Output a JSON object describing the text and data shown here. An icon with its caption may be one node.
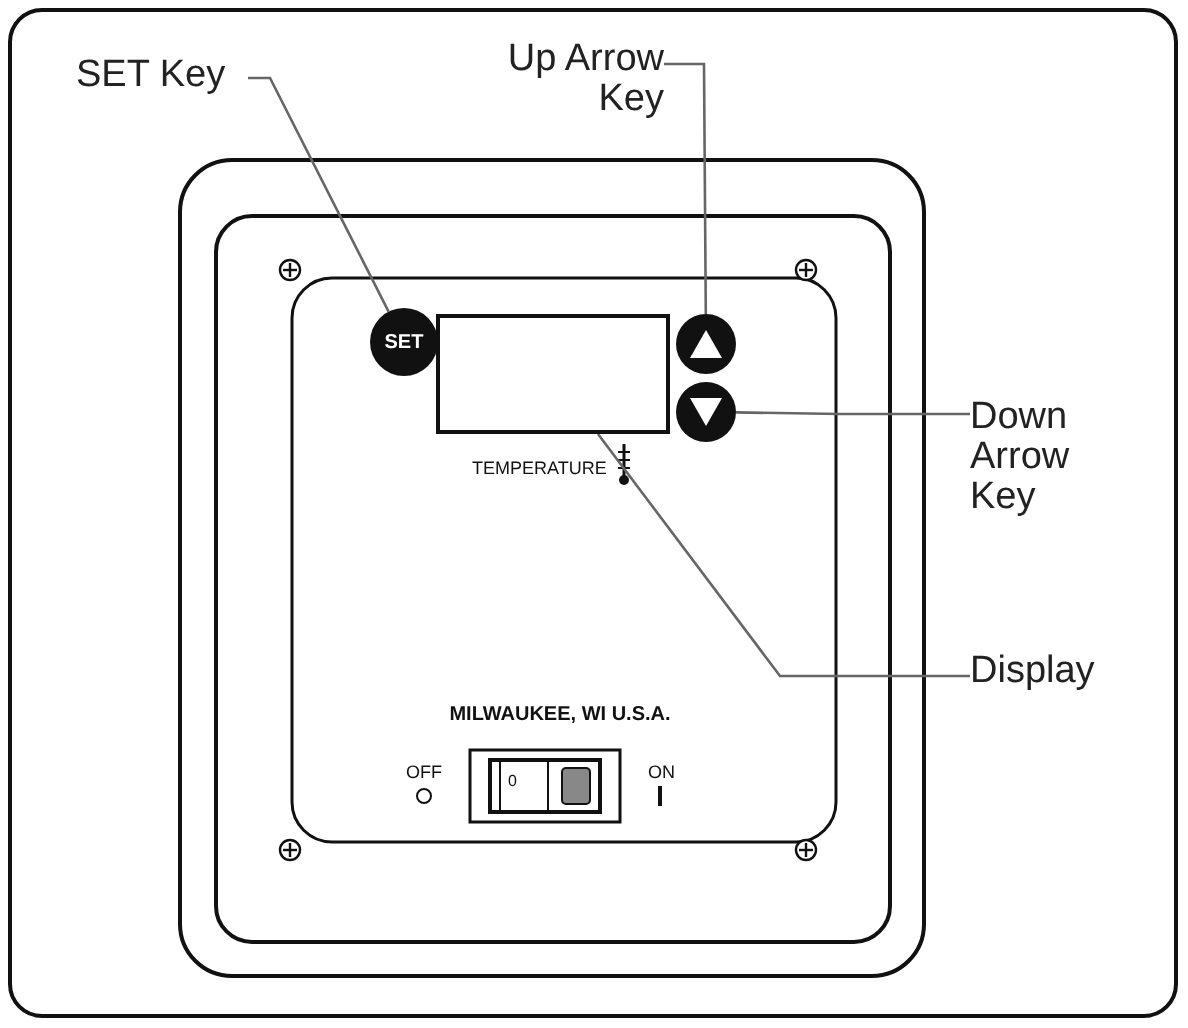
{
  "diagram": {
    "nodes": [
      {
        "text": [
          "SET Key"
        ]
      },
      {
        "text": [
          "SET"
        ]
      },
      {
        "text": [
          "Up Arrow Key"
        ]
      },
      {
        "text": [],
        "shape": "circle"
      },
      {
        "text": [
          "Down Arrow Key"
        ]
      },
      {
        "text": [],
        "shape": "circle"
      },
      {
        "text": [
          "Display"
        ]
      },
      {
        "text": [],
        "shape": "box"
      }
    ],
    "edges": [
      {
        "from": 0,
        "to": 1,
        "arrow": "none"
      },
      {
        "from": 2,
        "to": 3,
        "arrow": "none"
      },
      {
        "from": 4,
        "to": 5,
        "arrow": "none"
      },
      {
        "from": 6,
        "to": 7,
        "arrow": "none"
      }
    ],
    "labels": [
      "TEMPERATURE",
      "MILWAUKEE, WI U.S.A.",
      "OFF",
      "0",
      "ON"
    ]
  }
}
